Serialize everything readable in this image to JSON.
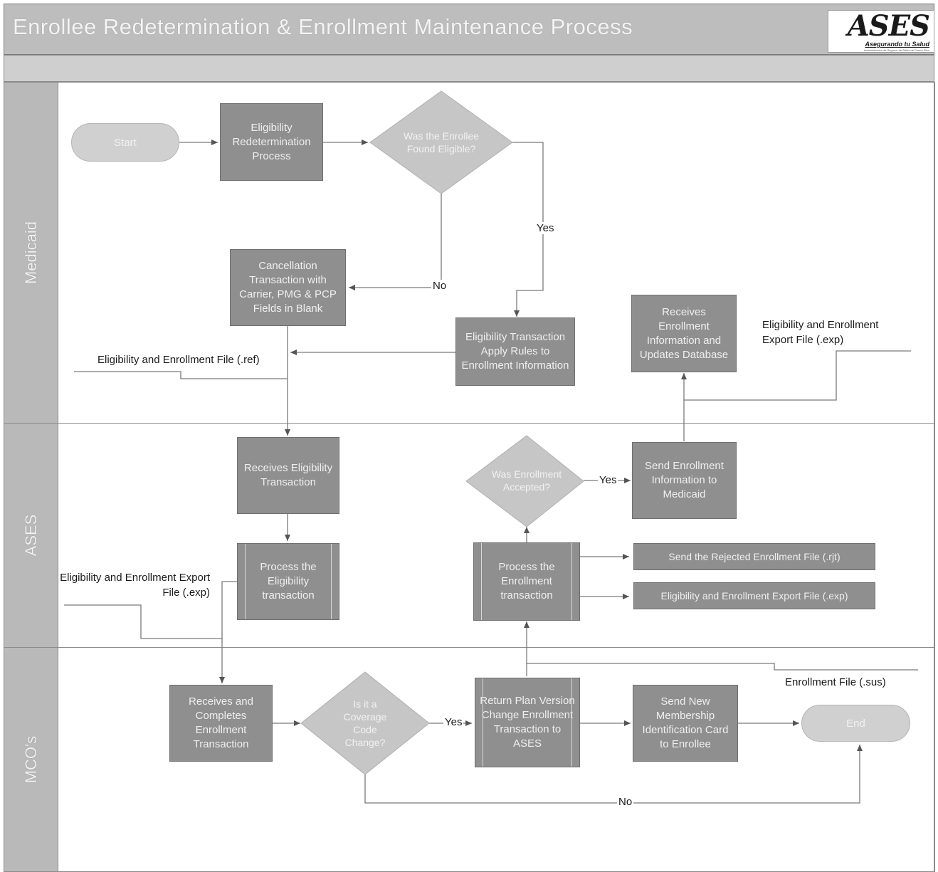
{
  "header": {
    "title": "Enrollee Redetermination & Enrollment Maintenance Process",
    "logo": {
      "name": "ASES",
      "tagline": "Asegurando tu Salud",
      "subtext": "Administración de Seguros de Salud de Puerto Rico"
    }
  },
  "lanes": [
    {
      "id": "medicaid",
      "label": "Medicaid"
    },
    {
      "id": "ases",
      "label": "ASES"
    },
    {
      "id": "mcos",
      "label": "MCO's"
    }
  ],
  "shapes": {
    "start": "Start",
    "eligibility_redetermination": "Eligibility Redetermination Process",
    "decision_eligible": "Was the Enrollee Found Eligible?",
    "cancellation_transaction": "Cancellation Transaction with Carrier, PMG & PCP Fields in Blank",
    "eligibility_transaction_rules": "Eligibility Transaction Apply Rules to Enrollment Information",
    "receives_enrollment_info": "Receives Enrollment Information and Updates Database",
    "receives_eligibility_transaction": "Receives Eligibility Transaction",
    "process_eligibility_transaction": "Process the Eligibility transaction",
    "decision_enrollment_accepted": "Was Enrollment Accepted?",
    "send_enrollment_info": "Send Enrollment Information to Medicaid",
    "process_enrollment_transaction": "Process the Enrollment transaction",
    "send_rejected_file": "Send the Rejected Enrollment File (.rjt)",
    "export_file_box": "Eligibility and Enrollment Export File (.exp)",
    "receives_completes_enrollment": "Receives and Completes Enrollment Transaction",
    "decision_coverage_code": "Is it a Coverage Code Change?",
    "return_plan_version": "Return Plan Version Change Enrollment Transaction to ASES",
    "send_new_membership_card": "Send New Membership Identification Card to Enrollee",
    "end": "End"
  },
  "annotations": {
    "file_ref": "Eligibility and Enrollment File (.ref)",
    "export_file_medicaid": "Eligibility and Enrollment Export File (.exp)",
    "export_file_ases": "Eligibility and Enrollment Export File (.exp)",
    "enrollment_file_sus": "Enrollment File (.sus)"
  },
  "connector_labels": {
    "yes_eligible": "Yes",
    "no_eligible": "No",
    "yes_accepted": "Yes",
    "yes_coverage": "Yes",
    "no_coverage": "No"
  },
  "colors": {
    "process_box": "#8f8f8f",
    "decision": "#c4c4c4",
    "terminator": "#d0d0d0",
    "lane_header": "#b9b9b9",
    "title_bar": "#bdbdbd",
    "line": "#7a7a7a"
  }
}
